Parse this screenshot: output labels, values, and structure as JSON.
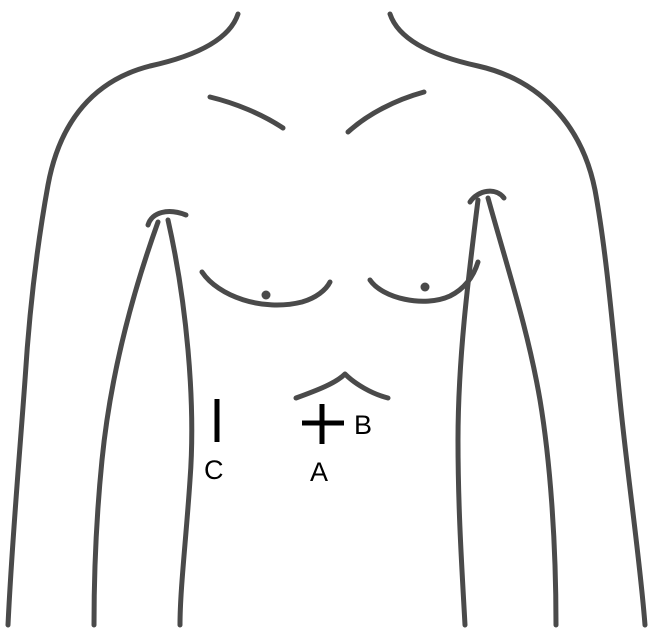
{
  "labels": {
    "a": "A",
    "b": "B",
    "c": "C"
  },
  "colors": {
    "outline": "#4a4a4a",
    "markers": "#000000",
    "background": "#ffffff"
  }
}
